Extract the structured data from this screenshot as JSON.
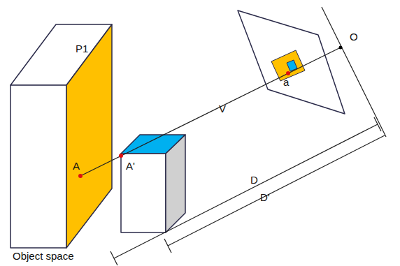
{
  "diagram": {
    "labels": [
      "P1",
      "A",
      "A'",
      "V",
      "a",
      "O",
      "D",
      "D'",
      "Object space"
    ]
  }
}
